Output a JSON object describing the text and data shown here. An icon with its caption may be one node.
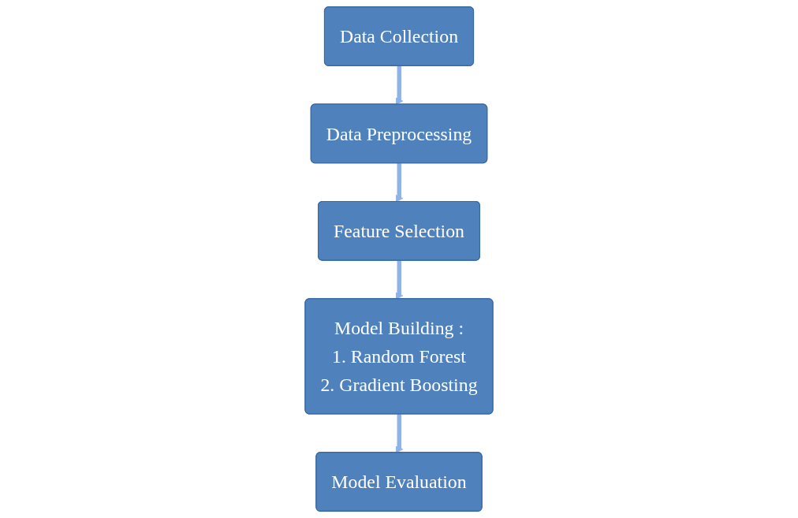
{
  "diagram": {
    "nodes": [
      {
        "text": [
          "Data Collection"
        ]
      },
      {
        "text": [
          "Data Preprocessing"
        ]
      },
      {
        "text": [
          "Feature Selection"
        ]
      },
      {
        "text": [
          "Model Building :",
          "1. Random Forest",
          "2. Gradient Boosting"
        ]
      },
      {
        "text": [
          "Model Evaluation"
        ]
      }
    ],
    "edges": [
      {
        "from": 0,
        "to": 1,
        "arrow": "to"
      },
      {
        "from": 1,
        "to": 2,
        "arrow": "to"
      },
      {
        "from": 2,
        "to": 3,
        "arrow": "to"
      },
      {
        "from": 3,
        "to": 4,
        "arrow": "to"
      }
    ]
  }
}
